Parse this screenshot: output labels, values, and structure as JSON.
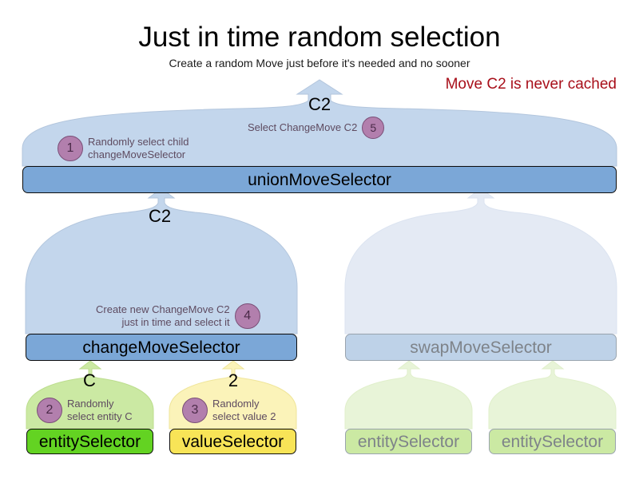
{
  "header": {
    "title": "Just in time random selection",
    "subtitle": "Create a random Move just before it's needed and no sooner",
    "note": "Move C2 is never cached",
    "note_color": "#a80f1a"
  },
  "nodes": {
    "union": {
      "label": "unionMoveSelector",
      "state": "active",
      "fill": "#7ba7d7"
    },
    "change": {
      "label": "changeMoveSelector",
      "state": "active",
      "fill": "#7ba7d7"
    },
    "swap": {
      "label": "swapMoveSelector",
      "state": "faded",
      "fill": "#bed2e8"
    },
    "entity_active": {
      "label": "entitySelector",
      "state": "active",
      "fill": "#63d322"
    },
    "value_active": {
      "label": "valueSelector",
      "state": "active",
      "fill": "#f8e457"
    },
    "entity_faded_1": {
      "label": "entitySelector",
      "state": "faded",
      "fill": "#cbe9a3"
    },
    "entity_faded_2": {
      "label": "entitySelector",
      "state": "faded",
      "fill": "#cbe9a3"
    }
  },
  "flows": {
    "top_c2": "C2",
    "mid_c2": "C2",
    "entity_c": "C",
    "value_2": "2"
  },
  "steps": [
    {
      "number": "1",
      "text": "Randomly select child\nchangeMoveSelector"
    },
    {
      "number": "2",
      "text": "Randomly\nselect entity C"
    },
    {
      "number": "3",
      "text": "Randomly\nselect value 2"
    },
    {
      "number": "4",
      "text": "Create new ChangeMove C2\njust in time and select it"
    },
    {
      "number": "5",
      "text": "Select ChangeMove C2"
    }
  ],
  "palette": {
    "arrow_blue_active": "#c3d6ec",
    "arrow_blue_faded": "#e4eaf4",
    "arrow_green_active": "#cbe9a3",
    "arrow_green_faded": "#e8f4d8",
    "arrow_yellow_active": "#fbf3b9",
    "badge_fill": "#b27fad",
    "badge_text": "#4a2a48",
    "step_text": "#5e4b60",
    "faded_text": "#7e8389"
  }
}
